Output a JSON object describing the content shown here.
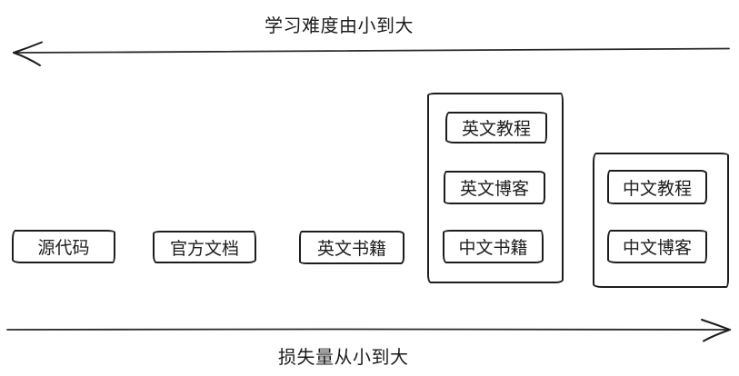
{
  "diagram": {
    "colors": {
      "background": "#ffffff",
      "stroke": "#1d1d1d",
      "text": "#1c1c1c"
    },
    "top_axis": {
      "label": "学习难度由小到大",
      "direction": "left"
    },
    "bottom_axis": {
      "label": "损失量从小到大",
      "direction": "right"
    },
    "standalone_boxes": [
      {
        "label": "源代码"
      },
      {
        "label": "官方文档"
      },
      {
        "label": "英文书籍"
      }
    ],
    "groups": [
      {
        "items": [
          {
            "label": "英文教程"
          },
          {
            "label": "英文博客"
          },
          {
            "label": "中文书籍"
          }
        ]
      },
      {
        "items": [
          {
            "label": "中文教程"
          },
          {
            "label": "中文博客"
          }
        ]
      }
    ]
  }
}
